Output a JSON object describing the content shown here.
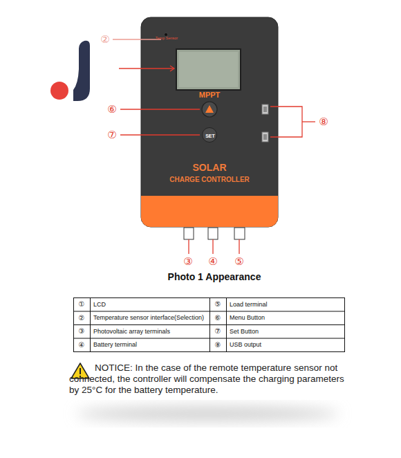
{
  "diagram": {
    "caption": "Photo 1 Appearance",
    "nodes": [
      {
        "text": [
          "Temp Sensor",
          "MPPT",
          "SOLAR",
          "CHARGE CONTROLLER"
        ]
      },
      {
        "text": [
          "SET"
        ],
        "in": 0
      }
    ],
    "labels": [
      "②",
      "⑥",
      "⑦",
      "⑧",
      "③",
      "④",
      "⑤",
      "①",
      "LCD",
      "⑤",
      "Load terminal",
      "②",
      "Temperature sensor interface(Selection)",
      "⑥",
      "Menu Button",
      "③",
      "Photovoltaic array terminals",
      "⑦",
      "Set Button",
      "④",
      "Battery terminal",
      "⑧",
      "USB output",
      "NOTICE: In the case of the remote temperature sensor not connected, the controller will compensate the charging parameters by 25°C for the battery temperature."
    ]
  }
}
